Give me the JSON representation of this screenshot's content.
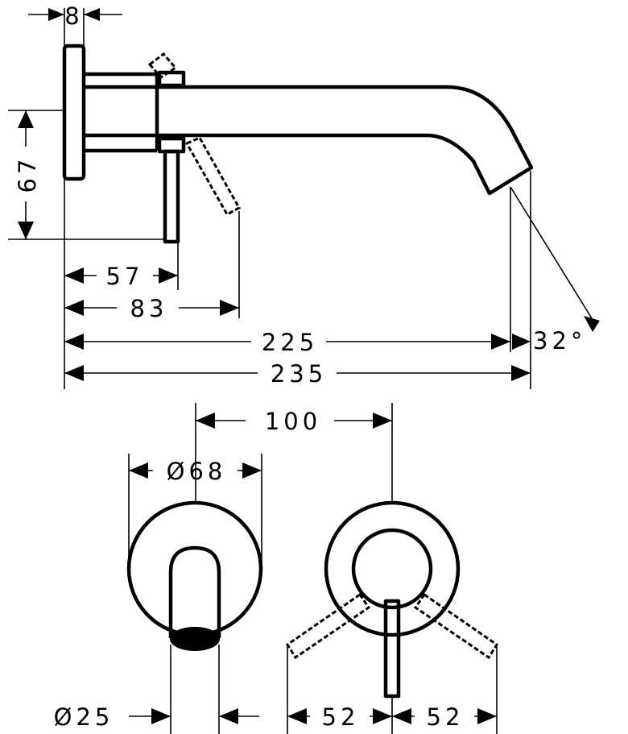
{
  "dimensions": {
    "wall_plate_thickness": "8",
    "spout_height": "67",
    "handle_offset": "57",
    "handle_swing": "83",
    "spout_reach": "225",
    "overall_length": "235",
    "spout_angle": "32°",
    "center_distance": "100",
    "rosette_diameter": "Ø68",
    "spout_diameter": "Ø25",
    "lever_left": "52",
    "lever_right": "52"
  }
}
